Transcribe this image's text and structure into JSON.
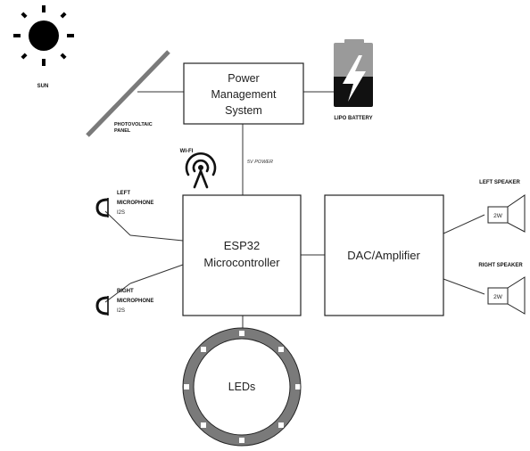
{
  "labels": {
    "sun": "SUN",
    "pv_line1": "PHOTOVOLTAIC",
    "pv_line2": "PANEL",
    "pms_line1": "Power",
    "pms_line2": "Management",
    "pms_line3": "System",
    "battery": "LIPO BATTERY",
    "wifi": "WI-FI",
    "power": "5V POWER",
    "esp_line1": "ESP32",
    "esp_line2": "Microcontroller",
    "dac": "DAC/Amplifier",
    "left_mic_line1": "LEFT",
    "left_mic_line2": "MICROPHONE",
    "left_mic_bus": "I2S",
    "right_mic_line1": "RIGHT",
    "right_mic_line2": "MICROPHONE",
    "right_mic_bus": "I2S",
    "left_speaker": "LEFT SPEAKER",
    "right_speaker": "RIGHT SPEAKER",
    "left_speaker_rating": "2W",
    "right_speaker_rating": "2W",
    "leds": "LEDs"
  },
  "colors": {
    "panel": "#7a7a7a",
    "ring": "#7a7a7a",
    "battery_top": "#9a9a9a",
    "battery_bottom": "#111111",
    "ink": "#222222"
  },
  "icons": [
    "sun-icon",
    "photovoltaic-panel-icon",
    "battery-icon",
    "wifi-antenna-icon",
    "microphone-icon",
    "speaker-icon",
    "led-ring"
  ]
}
